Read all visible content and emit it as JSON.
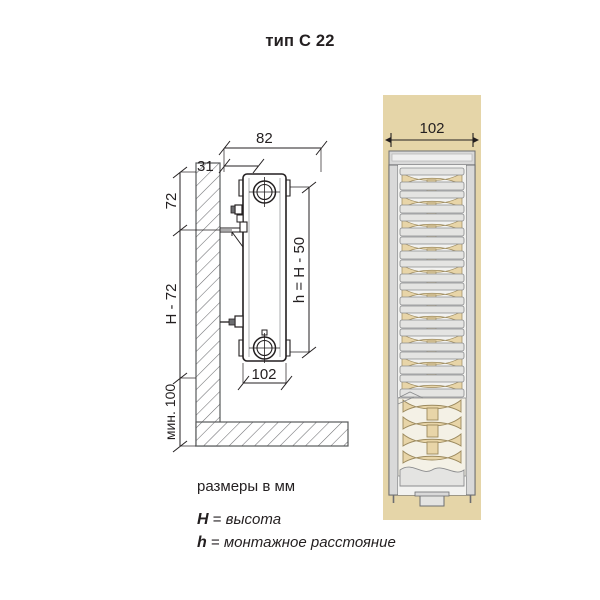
{
  "title": "тип C 22",
  "left_view": {
    "name": "side-section-view",
    "dimensions": {
      "top_overall": "82",
      "top_offset": "31",
      "upper_left": "72",
      "wall_height": "H - 72",
      "floor_clearance": "мин. 100",
      "radiator_height": "h = H - 50",
      "depth": "102"
    }
  },
  "right_view": {
    "name": "front-cutaway-view",
    "dimensions": {
      "width": "102"
    },
    "background_color": "#e5d5a8",
    "fin_color": "#e8d5a8",
    "body_color": "#d8d8d8"
  },
  "caption": {
    "units": "размеры в мм",
    "legend": [
      {
        "symbol": "H",
        "equals": "=",
        "definition": "высота"
      },
      {
        "symbol": "h",
        "equals": "=",
        "definition": "монтажное расстояние"
      }
    ]
  },
  "colors": {
    "line": "#58595b",
    "text": "#231f20",
    "beige": "#e5d5a8",
    "metal": "#d9d9d9"
  }
}
